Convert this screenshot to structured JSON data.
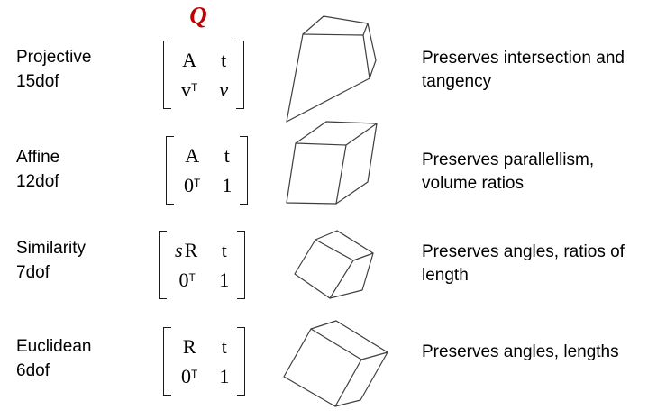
{
  "header": {
    "q_label": "Q",
    "q_color": "#c00000"
  },
  "colors": {
    "accent": "#c00000",
    "line": "#3f3f3f",
    "text": "#000000",
    "background": "#ffffff"
  },
  "rows": [
    {
      "name": "Projective",
      "dof": "15dof",
      "matrix": {
        "c11": {
          "pre": "",
          "main": "A",
          "sup": ""
        },
        "c12": {
          "pre": "",
          "main": "t",
          "sup": ""
        },
        "c21": {
          "pre": "",
          "main": "v",
          "sup": "T"
        },
        "c22": {
          "pre": "",
          "main": "v",
          "sup": ""
        }
      },
      "shape_icon": "distorted-hexahedron-icon",
      "description": "Preserves intersection and tangency"
    },
    {
      "name": "Affine",
      "dof": "12dof",
      "matrix": {
        "c11": {
          "pre": "",
          "main": "A",
          "sup": ""
        },
        "c12": {
          "pre": "",
          "main": "t",
          "sup": ""
        },
        "c21": {
          "pre": "",
          "main": "0",
          "sup": "T"
        },
        "c22": {
          "pre": "",
          "main": "1",
          "sup": ""
        }
      },
      "shape_icon": "sheared-parallelepiped-icon",
      "description": "Preserves parallellism, volume ratios"
    },
    {
      "name": "Similarity",
      "dof": "7dof",
      "matrix": {
        "c11": {
          "pre": "s",
          "main": "R",
          "sup": ""
        },
        "c12": {
          "pre": "",
          "main": "t",
          "sup": ""
        },
        "c21": {
          "pre": "",
          "main": "0",
          "sup": "T"
        },
        "c22": {
          "pre": "",
          "main": "1",
          "sup": ""
        }
      },
      "shape_icon": "rotated-scaled-cube-icon",
      "description": "Preserves angles, ratios of length"
    },
    {
      "name": "Euclidean",
      "dof": "6dof",
      "matrix": {
        "c11": {
          "pre": "",
          "main": "R",
          "sup": ""
        },
        "c12": {
          "pre": "",
          "main": "t",
          "sup": ""
        },
        "c21": {
          "pre": "",
          "main": "0",
          "sup": "T"
        },
        "c22": {
          "pre": "",
          "main": "1",
          "sup": ""
        }
      },
      "shape_icon": "rotated-cube-icon",
      "description": "Preserves angles, lengths"
    }
  ]
}
